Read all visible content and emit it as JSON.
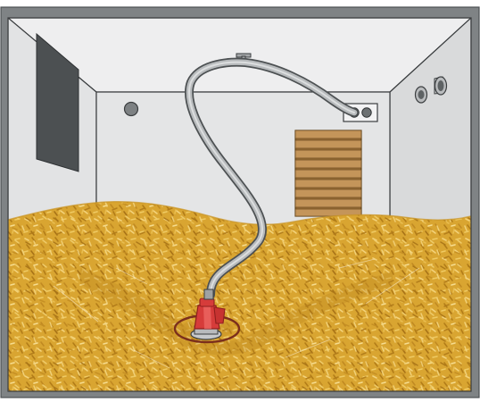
{
  "scene": {
    "subject": "grain-bin-interior-with-hose-and-floor-unit",
    "colors": {
      "frame": "#7f8385",
      "frame_dark": "#4d5153",
      "wall_back": "#e4e5e6",
      "wall_side": "#d6d7d8",
      "ceiling": "#eeeeef",
      "wall_line": "#3a3d3f",
      "grain_base": "#d9a531",
      "grain_light": "#efca63",
      "grain_dark": "#b37d18",
      "vent_slat": "#b8874a",
      "vent_line": "#6e4e22",
      "hose_outer": "#6d7173",
      "hose_inner": "#b4b7b9",
      "unit_red": "#d63c3a",
      "unit_red_dark": "#8f1f1c",
      "ring": "#7b2f1c"
    },
    "icons": [
      "side-door-panel",
      "wall-port-round",
      "pipe-fittings",
      "hose-hanger",
      "ventilation-grille",
      "outlet-box",
      "floor-unit",
      "floor-unit-ring"
    ]
  }
}
